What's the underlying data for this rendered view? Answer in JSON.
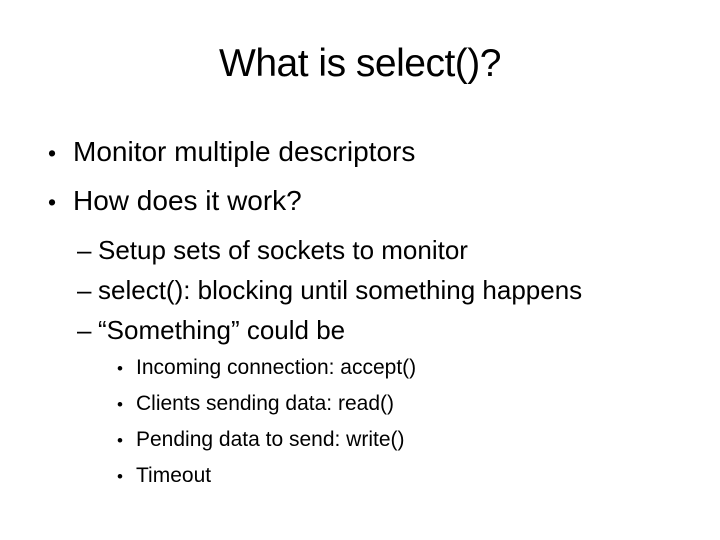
{
  "slide": {
    "title": "What is select()?",
    "bullets": [
      {
        "level": 1,
        "marker": "•",
        "text": "Monitor multiple descriptors"
      },
      {
        "level": 1,
        "marker": "•",
        "text": "How does it work?"
      },
      {
        "level": 2,
        "marker": "–",
        "text": "Setup sets of sockets to monitor"
      },
      {
        "level": 2,
        "marker": "–",
        "text": "select(): blocking until something happens"
      },
      {
        "level": 2,
        "marker": "–",
        "text": "“Something” could be"
      },
      {
        "level": 3,
        "marker": "•",
        "text": "Incoming connection: accept()"
      },
      {
        "level": 3,
        "marker": "•",
        "text": "Clients sending data: read()"
      },
      {
        "level": 3,
        "marker": "•",
        "text": "Pending data to send: write()"
      },
      {
        "level": 3,
        "marker": "•",
        "text": "Timeout"
      }
    ],
    "colors": {
      "background": "#ffffff",
      "text": "#000000"
    }
  }
}
